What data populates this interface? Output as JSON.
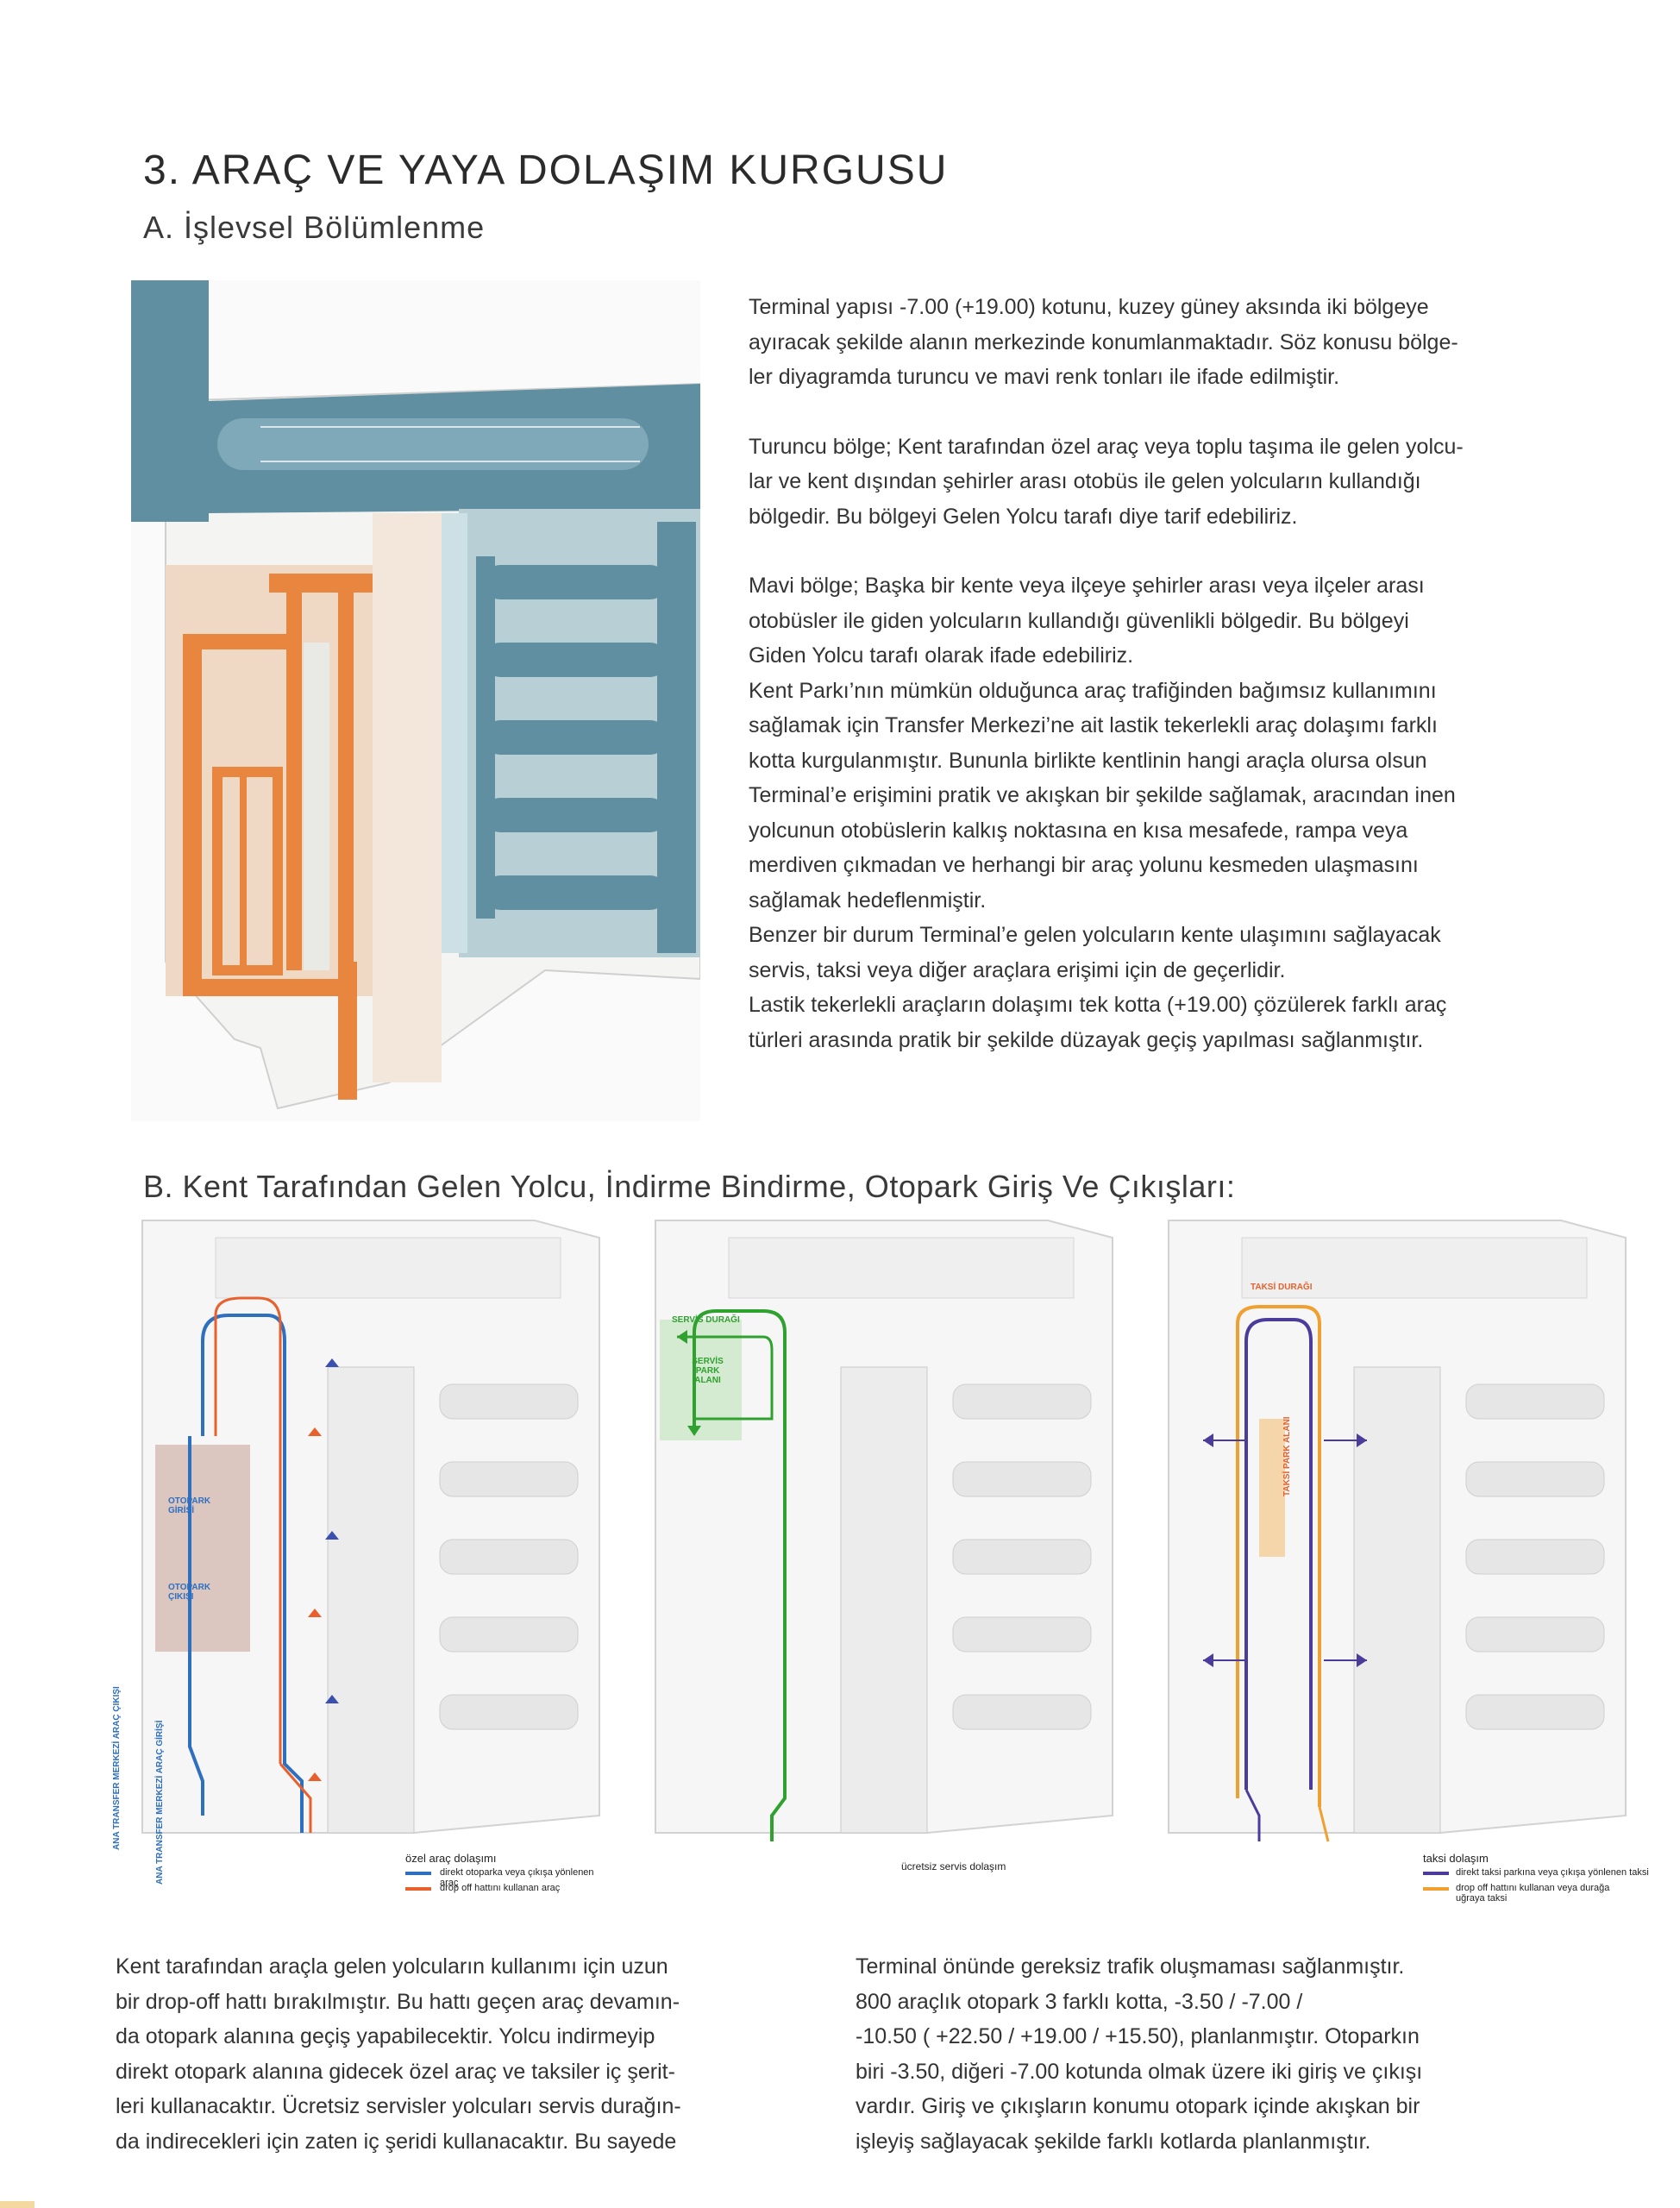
{
  "heading": {
    "title": "3. ARAÇ VE YAYA DOLAŞIM KURGUSU",
    "subtitle_a": "A. İşlevsel Bölümlenme",
    "subtitle_b": "B. Kent Tarafından Gelen Yolcu,  İndirme Bindirme, Otopark Giriş Ve Çıkışları:"
  },
  "section_a": {
    "paragraph1": [
      "Terminal yapısı -7.00 (+19.00) kotunu, kuzey güney aksında iki bölgeye",
      "ayıracak şekilde alanın merkezinde konumlanmaktadır. Söz konusu bölge-",
      "ler diyagramda turuncu ve mavi renk tonları ile ifade edilmiştir."
    ],
    "paragraph2": [
      "Turuncu bölge; Kent tarafından özel araç veya toplu taşıma ile gelen yolcu-",
      "lar ve kent dışından şehirler arası otobüs ile gelen yolcuların kullandığı",
      "bölgedir. Bu bölgeyi Gelen Yolcu tarafı diye tarif edebiliriz."
    ],
    "paragraph3": [
      "Mavi bölge; Başka bir kente veya ilçeye şehirler arası veya ilçeler arası",
      "otobüsler ile giden yolcuların kullandığı güvenlikli bölgedir. Bu bölgeyi",
      "Giden Yolcu tarafı olarak ifade edebiliriz.",
      "Kent Parkı’nın mümkün olduğunca araç trafiğinden bağımsız kullanımını",
      "sağlamak için Transfer Merkezi’ne ait lastik tekerlekli araç dolaşımı farklı",
      "kotta kurgulanmıştır. Bununla birlikte kentlinin hangi araçla olursa olsun",
      "Terminal’e erişimini pratik ve akışkan bir şekilde sağlamak, aracından inen",
      "yolcunun otobüslerin kalkış noktasına en kısa mesafede, rampa veya",
      "merdiven çıkmadan ve herhangi bir araç yolunu kesmeden ulaşmasını",
      "sağlamak hedeflenmiştir.",
      "Benzer bir durum Terminal’e gelen yolcuların kente ulaşımını sağlayacak",
      "servis, taksi veya diğer araçlara erişimi için de geçerlidir.",
      "Lastik tekerlekli araçların dolaşımı tek kotta (+19.00) çözülerek farklı araç",
      "türleri arasında pratik bir şekilde düzayak geçiş yapılması sağlanmıştır."
    ]
  },
  "diagrams": {
    "private": {
      "labels": [
        "OTOPARK GİRİŞİ",
        "OTOPARK ÇIKIŞI",
        "ANA TRANSFER MERKEZİ ARAÇ ÇIKIŞI",
        "ANA TRANSFER MERKEZİ ARAÇ GİRİŞİ"
      ],
      "legend_title": "özel araç dolaşımı",
      "legend_items": [
        {
          "text": "direkt otoparka veya çıkışa yönlenen araç",
          "color": "#2f6fc0"
        },
        {
          "text": "drop off hattını kullanan araç",
          "color": "#e8612c"
        }
      ]
    },
    "service": {
      "labels": [
        "SERVİS DURAĞI",
        "SERVİS PARK ALANI"
      ],
      "caption": "ücretsiz servis dolaşım",
      "color": "#2fa12f"
    },
    "taxi": {
      "labels": [
        "TAKSİ DURAĞI",
        "TAKSİ PARK ALANI"
      ],
      "legend_title": "taksi dolaşım",
      "legend_items": [
        {
          "text": "direkt taksi parkına veya çıkışa yönlenen taksi",
          "color": "#4b3c9c"
        },
        {
          "text": "drop off hattını kullanan veya durağa uğraya taksi",
          "color": "#f0a030"
        }
      ]
    }
  },
  "section_b": {
    "left": [
      "Kent tarafından araçla gelen yolcuların kullanımı için uzun",
      "bir drop-off hattı bırakılmıştır. Bu hattı geçen araç devamın-",
      "da otopark alanına geçiş yapabilecektir. Yolcu indirmeyip",
      "direkt otopark alanına gidecek özel araç ve taksiler iç şerit-",
      "leri kullanacaktır. Ücretsiz servisler yolcuları servis durağın-",
      "da indirecekleri için zaten iç şeridi kullanacaktır. Bu sayede"
    ],
    "right": [
      "Terminal önünde gereksiz trafik oluşmaması sağlanmıştır.",
      "800 araçlık otopark 3 farklı kotta, -3.50 / -7.00 /",
      "-10.50 ( +22.50 / +19.00 / +15.50), planlanmıştır. Otoparkın",
      "biri -3.50, diğeri -7.00 kotunda olmak üzere iki giriş ve çıkışı",
      "vardır. Giriş ve çıkışların konumu otopark içinde akışkan bir",
      "işleyiş sağlayacak şekilde farklı kotlarda planlanmıştır."
    ]
  }
}
